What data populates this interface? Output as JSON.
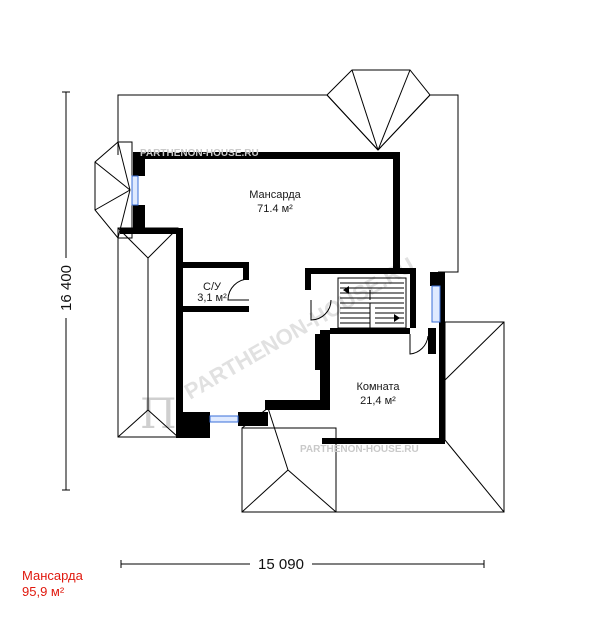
{
  "dimensions": {
    "width_label": "15 090",
    "height_label": "16 400"
  },
  "rooms": [
    {
      "name": "Мансарда",
      "area": "71.4 м²"
    },
    {
      "name": "С/У",
      "area": "3,1 м²"
    },
    {
      "name": "Комната",
      "area": "21,4 м²"
    }
  ],
  "watermarks": {
    "small": "PARTHENON-HOUSE.RU",
    "diagonal": "PARTHENON-HOUSE.RU"
  },
  "caption": {
    "title": "Мансарда",
    "area": "95,9 м²"
  },
  "colors": {
    "wall": "#000000",
    "window": "#3a6fd8",
    "caption": "#e0190e",
    "watermark": "#c9c9c9"
  }
}
